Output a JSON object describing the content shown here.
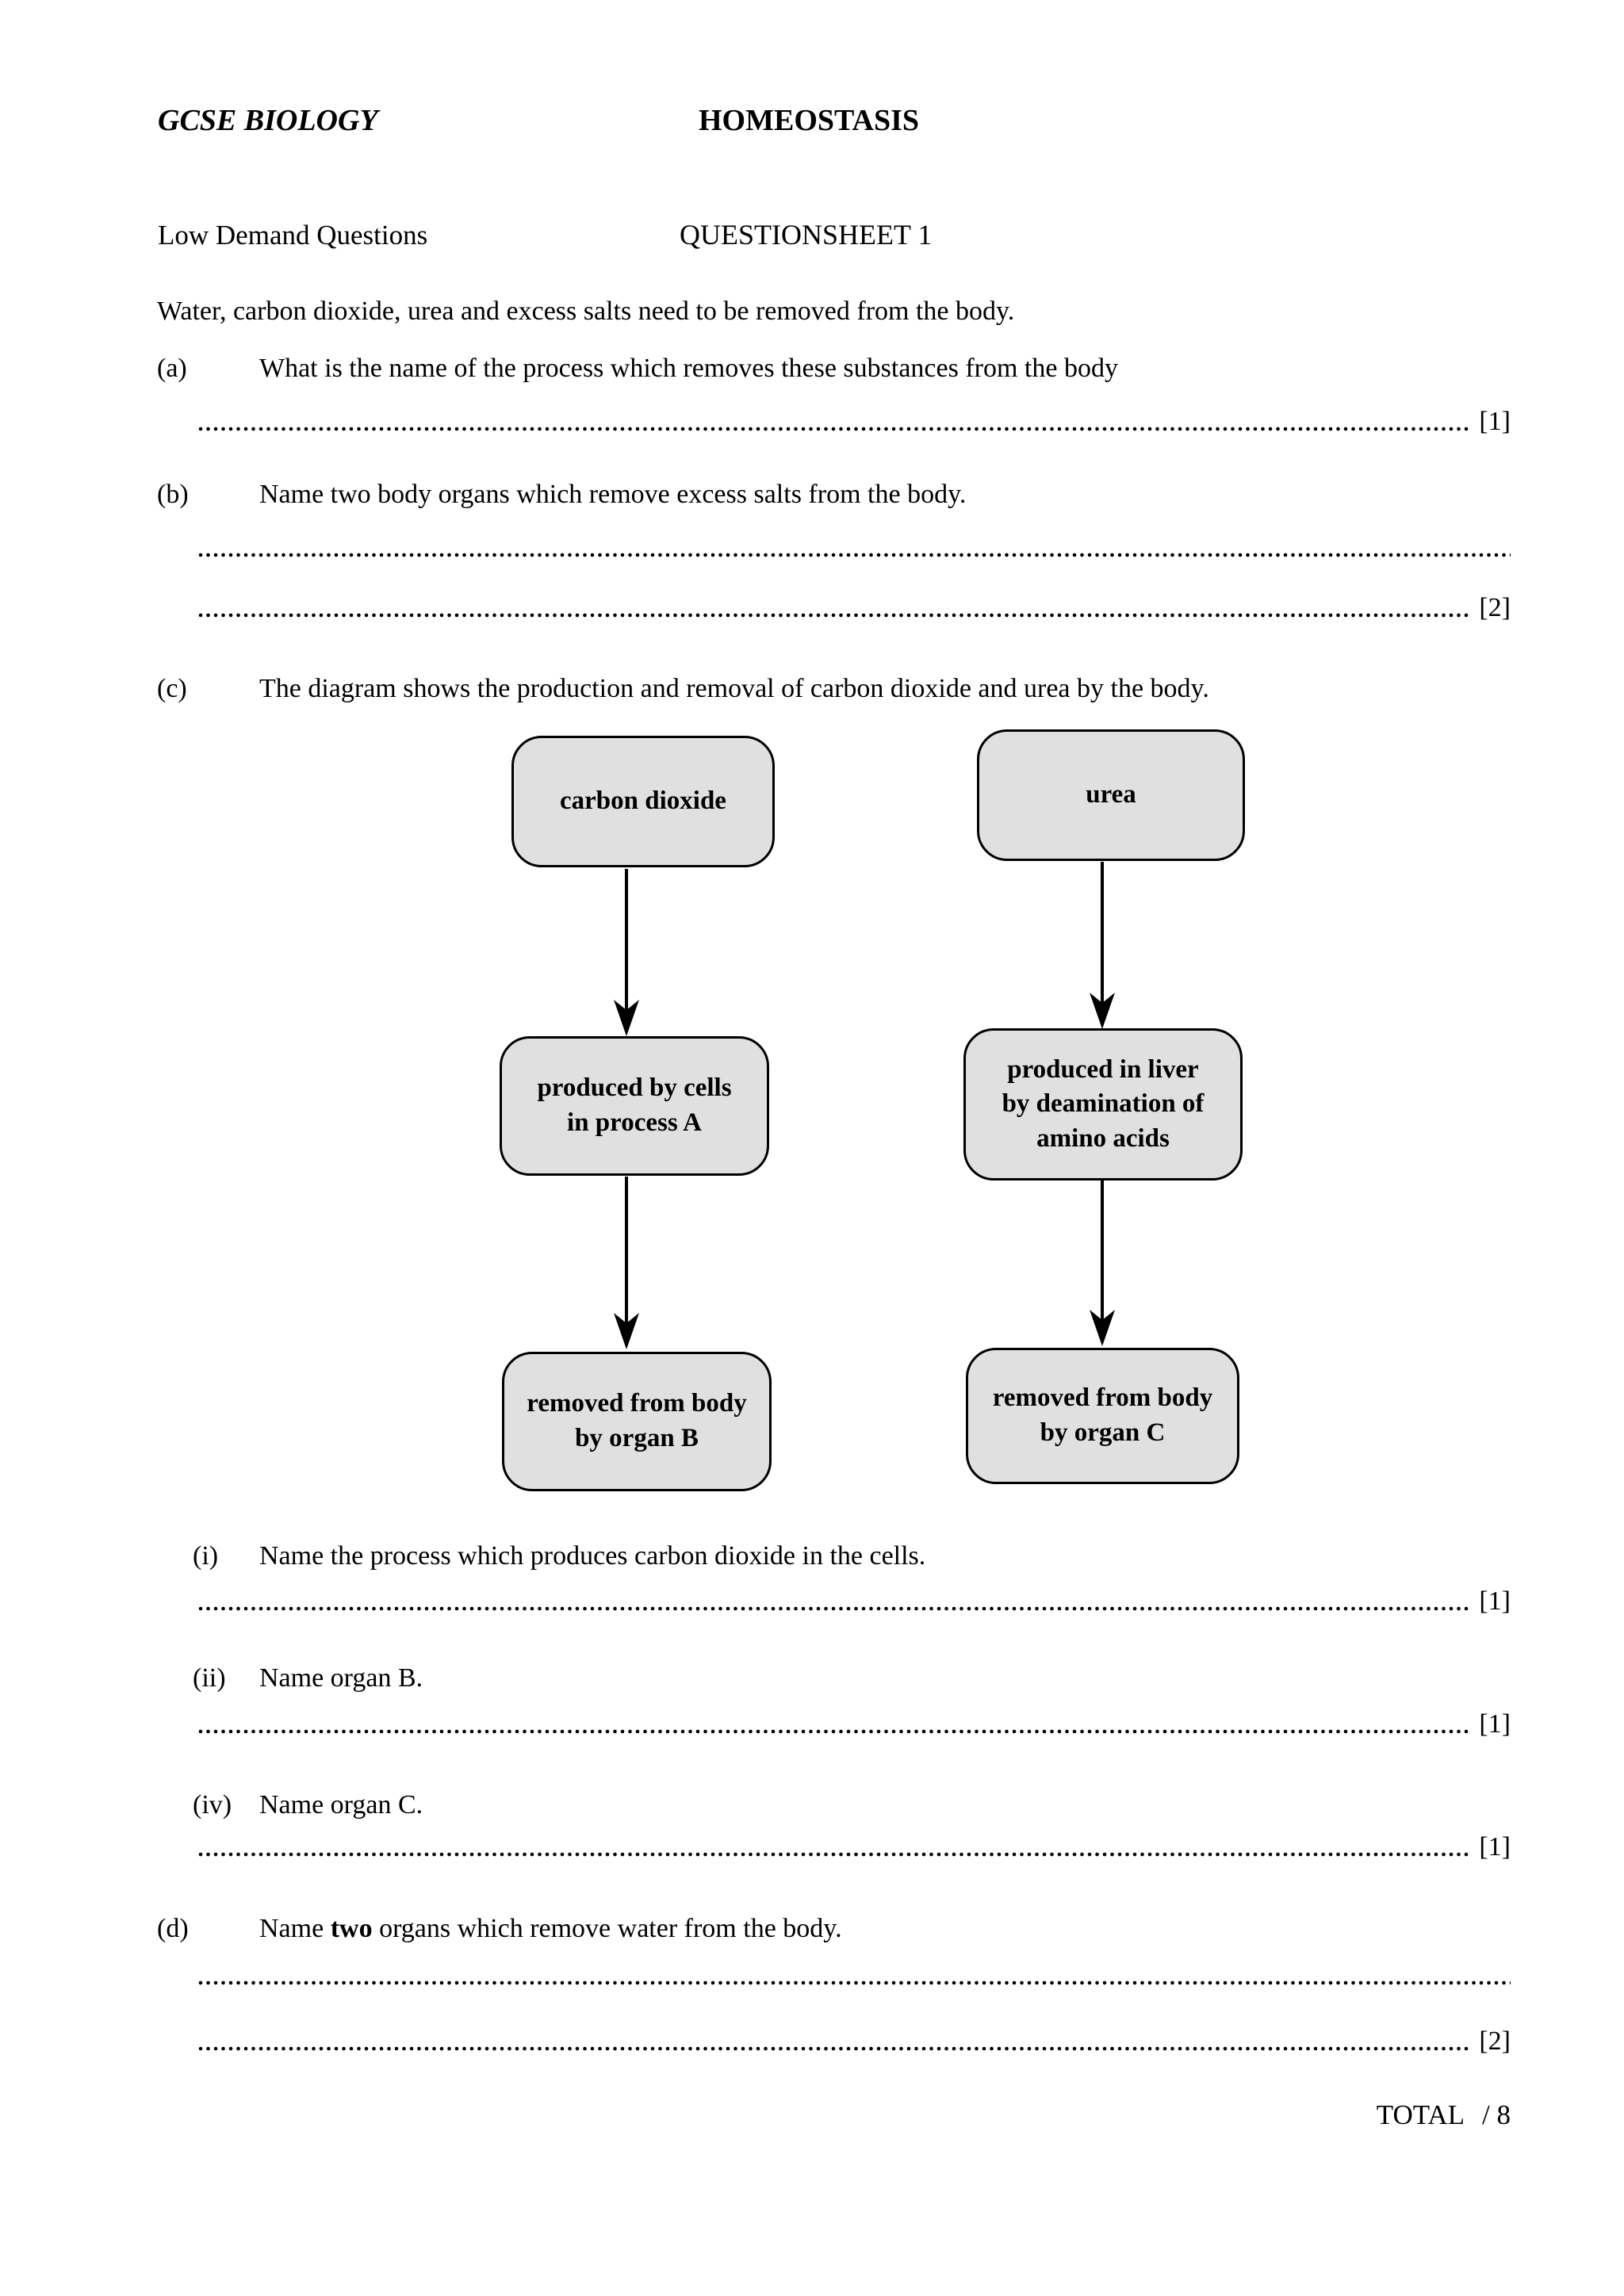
{
  "colors": {
    "page_bg": "#ffffff",
    "text": "#000000",
    "box_fill": "#e0e0e0",
    "box_border": "#000000"
  },
  "header": {
    "course": "GCSE BIOLOGY",
    "topic": "HOMEOSTASIS"
  },
  "subheader": {
    "level": "Low Demand Questions",
    "sheet": "QUESTIONSHEET 1"
  },
  "intro": "Water, carbon dioxide, urea and excess salts need to be removed from the body.",
  "questions": {
    "a": {
      "label": "(a)",
      "text": "What is the name of the process which removes these substances from the body",
      "mark": "[1]"
    },
    "b": {
      "label": "(b)",
      "text": "Name two body organs which remove excess salts from the body.",
      "mark": "[2]"
    },
    "c": {
      "label": "(c)",
      "text": "The diagram shows the production and removal of carbon dioxide and urea by the body."
    },
    "c_i": {
      "label": "(i)",
      "text": "Name the process which produces carbon dioxide in the cells.",
      "mark": "[1]"
    },
    "c_ii": {
      "label": "(ii)",
      "text": "Name organ B.",
      "mark": "[1]"
    },
    "c_iv": {
      "label": "(iv)",
      "text": "Name organ C.",
      "mark": "[1]"
    },
    "d": {
      "label": "(d)",
      "text_before": "Name ",
      "text_bold": "two",
      "text_after": " organs which remove water from the body.",
      "mark": "[2]"
    }
  },
  "diagram": {
    "co2_box": {
      "lines": [
        "carbon dioxide"
      ]
    },
    "urea_box": {
      "lines": [
        "urea"
      ]
    },
    "cells_box": {
      "lines": [
        "produced by cells",
        "in process A"
      ]
    },
    "liver_box": {
      "lines": [
        "produced in liver",
        "by deamination of",
        "amino acids"
      ]
    },
    "organ_b_box": {
      "lines": [
        "removed from body",
        "by organ B"
      ]
    },
    "organ_c_box": {
      "lines": [
        "removed from body",
        "by organ C"
      ]
    }
  },
  "footer": {
    "total_label": "TOTAL",
    "total_value": "/ 8"
  }
}
